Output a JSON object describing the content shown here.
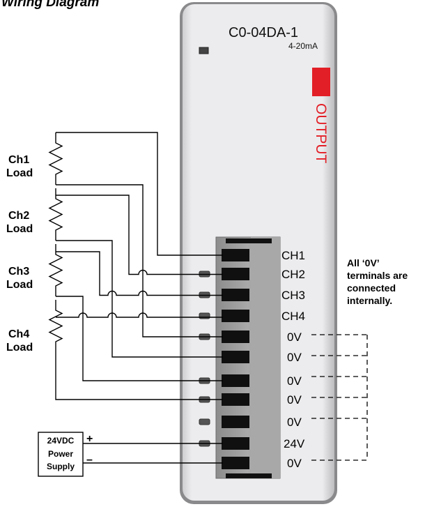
{
  "heading": "Wiring Diagram",
  "module": {
    "model": "C0-04DA-1",
    "signal": "4-20mA",
    "output_label": "OUTPUT",
    "indicator_color": "#e21e26"
  },
  "loads": [
    {
      "line1": "Ch1",
      "line2": "Load"
    },
    {
      "line1": "Ch2",
      "line2": "Load"
    },
    {
      "line1": "Ch3",
      "line2": "Load"
    },
    {
      "line1": "Ch4",
      "line2": "Load"
    }
  ],
  "terminals": [
    "CH1",
    "CH2",
    "CH3",
    "CH4",
    "0V",
    "0V",
    "0V",
    "0V",
    "0V",
    "24V",
    "0V"
  ],
  "note": {
    "line1": "All ‘0V’",
    "line2": "terminals are",
    "line3": "connected",
    "line4": "internally."
  },
  "power_supply": {
    "line1": "24VDC",
    "line2": "Power",
    "line3": "Supply",
    "plus": "+",
    "minus": "–"
  }
}
